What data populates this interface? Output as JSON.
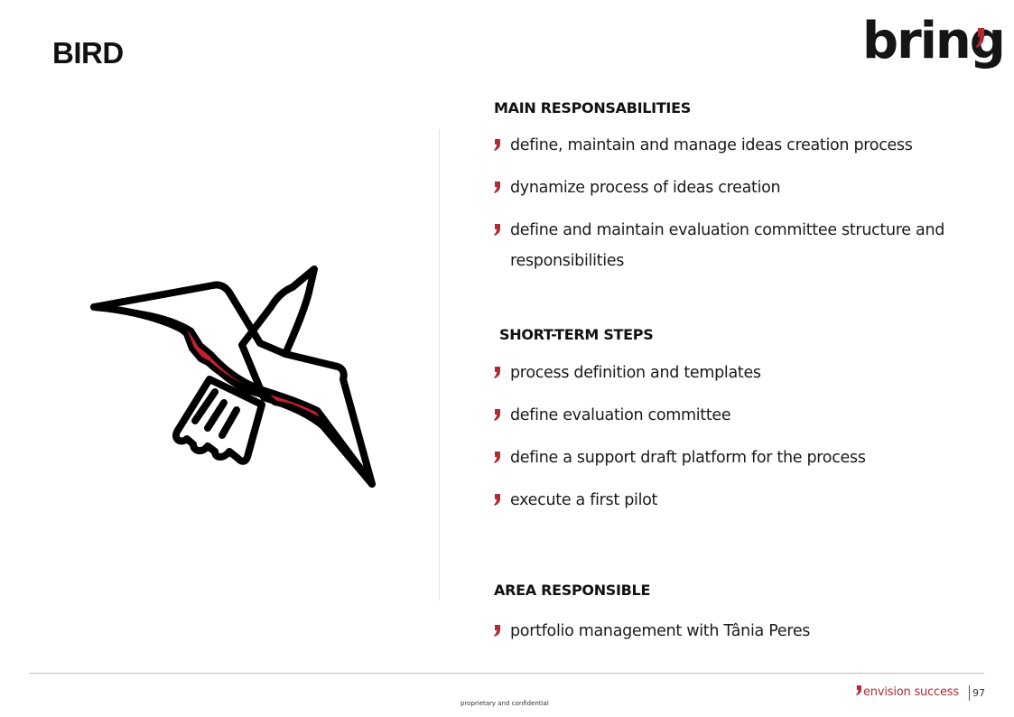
{
  "header": {
    "title": "BIRD",
    "logo_text": "bring"
  },
  "sections": [
    {
      "heading": "MAIN RESPONSABILITIES",
      "items": [
        "define, maintain and manage ideas creation process",
        "dynamize process of ideas creation",
        "define and maintain evaluation committee structure and responsibilities"
      ]
    },
    {
      "heading": "SHORT-TERM STEPS",
      "items": [
        "process definition and templates",
        "define evaluation committee",
        "define a support draft platform for the process",
        "execute a first pilot"
      ]
    },
    {
      "heading": "AREA RESPONSIBLE",
      "items": [
        "portfolio management with Tânia Peres"
      ]
    }
  ],
  "footer": {
    "confidential": "proprietary and confidential",
    "tagline": "envision success",
    "page_number": "97"
  },
  "colors": {
    "accent": "#b22a34",
    "text": "#1a1a1a",
    "bird_red": "#c3202d"
  },
  "icons": {
    "illustration": "bird-icon",
    "bullet": "comma-icon"
  }
}
